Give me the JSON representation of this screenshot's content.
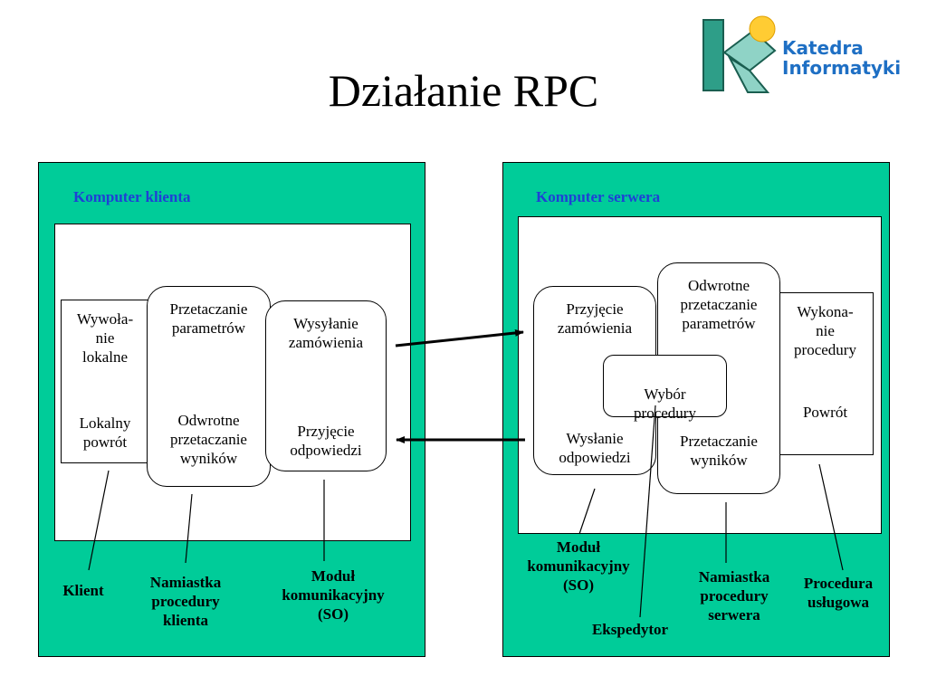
{
  "slide": {
    "title": "Działanie RPC"
  },
  "logo": {
    "line1": "Katedra",
    "line2": "Informatyki"
  },
  "client": {
    "title": "Komputer klienta",
    "call_box": {
      "top": "Wywoła-\nnie\nlokalne",
      "bottom": "Lokalny\npowrót"
    },
    "stub_box": {
      "top": "Przetaczanie\nparametrów",
      "bottom": "Odwrotne\nprzetaczanie\nwyników"
    },
    "comm_box": {
      "top": "Wysyłanie\nzamówienia",
      "bottom": "Przyjęcie\nodpowiedzi"
    },
    "labels": {
      "client": "Klient",
      "stub": "Namiastka\nprocedury\nklienta",
      "comm": "Moduł\nkomunikacyjny\n(SO)"
    }
  },
  "server": {
    "title": "Komputer serwera",
    "comm_box": {
      "top": "Przyjęcie\nzamówienia",
      "bottom": "Wysłanie\nodpowiedzi"
    },
    "dispatcher_box": {
      "text": "Wybór\nprocedury"
    },
    "stub_box": {
      "top": "Odwrotne\nprzetaczanie\nparametrów",
      "bottom": "Przetaczanie\nwyników"
    },
    "service_box": {
      "top": "Wykona-\nnie\nprocedury",
      "bottom": "Powrót"
    },
    "labels": {
      "comm": "Moduł\nkomunikacyjny\n(SO)",
      "dispatcher": "Ekspedytor",
      "stub": "Namiastka\nprocedury\nserwera",
      "service": "Procedura\nusługowa"
    }
  },
  "colors": {
    "panel": "#00cc99",
    "panel_title": "#1f3fd6",
    "logo_text": "#1e6fc4",
    "logo_teal": "#2e9e88",
    "logo_sun": "#ffcc33"
  }
}
